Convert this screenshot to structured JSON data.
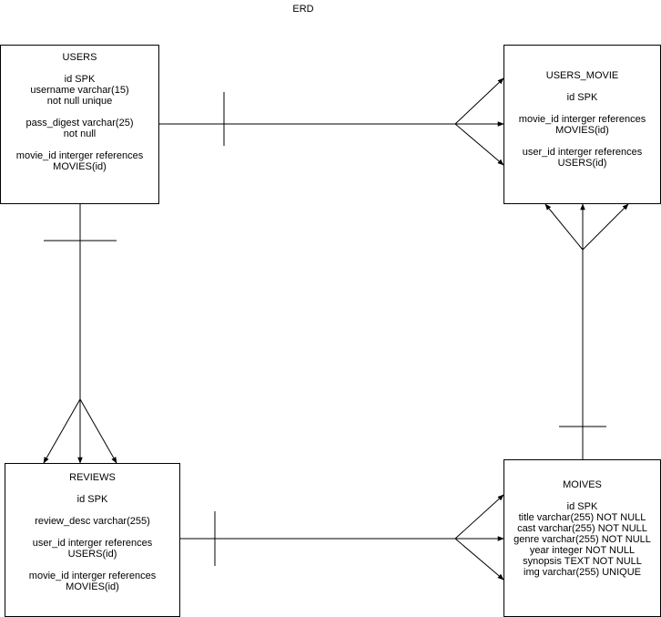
{
  "title": "ERD",
  "users": {
    "name": "USERS",
    "id": "id SPK",
    "username": [
      "username varchar(15)",
      "not null unique"
    ],
    "pass": [
      "pass_digest varchar(25)",
      "not null"
    ],
    "movie": [
      "movie_id interger references",
      "MOVIES(id)"
    ]
  },
  "users_movie": {
    "name": "USERS_MOVIE",
    "id": "id SPK",
    "movie": [
      "movie_id interger references",
      "MOVIES(id)"
    ],
    "user": [
      "user_id interger references",
      "USERS(id)"
    ]
  },
  "reviews": {
    "name": "REVIEWS",
    "id": "id SPK",
    "desc": "review_desc varchar(255)",
    "user": [
      "user_id interger references",
      "USERS(id)"
    ],
    "movie": [
      "movie_id interger references",
      "MOVIES(id)"
    ]
  },
  "moives": {
    "name": "MOIVES",
    "fields": [
      "id SPK",
      "title varchar(255) NOT NULL",
      "cast varchar(255) NOT NULL",
      "genre varchar(255) NOT NULL",
      "year integer NOT NULL",
      "synopsis TEXT NOT NULL",
      "img varchar(255) UNIQUE"
    ]
  }
}
